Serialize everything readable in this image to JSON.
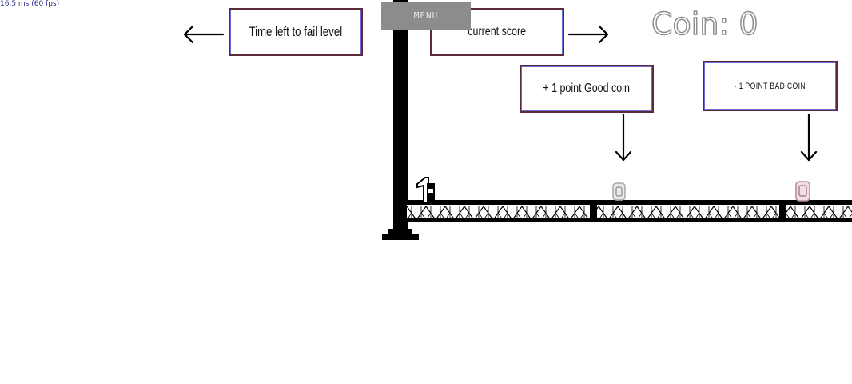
{
  "debug": {
    "frame_time": "16.5 ms (60 fps)"
  },
  "menu": {
    "label": "MENU"
  },
  "hud": {
    "coin_label": "Coin: ",
    "coin_value": "0"
  },
  "tooltips": {
    "time_left": "Time left to fail level",
    "current_score": "current score",
    "good_coin": "+ 1 point Good coin",
    "bad_coin": "- 1 POINT BAD COIN"
  },
  "colors": {
    "ground": "#000000",
    "menu_bg": "#8c8c8c",
    "coin_outline": "#8e8e8e",
    "tip_border": "#5a2a3a"
  },
  "icons": {
    "time_arrow": "arrow-left-icon",
    "score_arrow": "arrow-right-icon",
    "good_arrow": "arrow-down-icon",
    "bad_arrow": "arrow-down-icon",
    "player": "player-character",
    "good_coin": "good-coin",
    "bad_coin": "bad-coin"
  }
}
